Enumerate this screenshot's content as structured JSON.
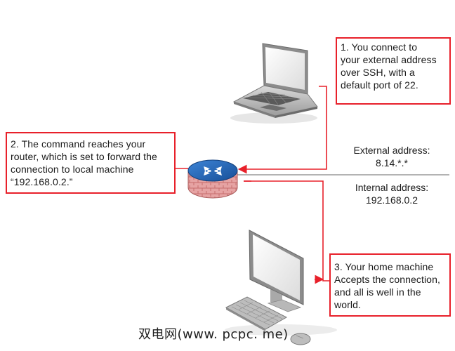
{
  "notes": {
    "step1": {
      "lines": [
        "1. You connect to",
        "your external address",
        "over SSH, with a",
        "default port of 22."
      ]
    },
    "step2": {
      "lines": [
        "2. The command reaches your",
        "router, which is set to forward the",
        "connection to local machine",
        "“192.168.0.2.”"
      ]
    },
    "step3": {
      "lines": [
        "3. Your home machine",
        "Accepts the connection,",
        "and all is well in the",
        "world."
      ]
    }
  },
  "network": {
    "external_label": "External address:",
    "external_value": "8.14.*.*",
    "internal_label": "Internal address:",
    "internal_value": "192.168.0.2"
  },
  "watermark": "双电网(www. pcpc. me)",
  "colors": {
    "accent": "#e8202a",
    "divider": "#9a9a9a",
    "router_blue": "#1f5fae",
    "router_brick": "#d98a8a"
  },
  "icons": [
    "laptop-icon",
    "router-icon",
    "desktop-computer-icon",
    "keyboard-icon",
    "mouse-icon"
  ]
}
